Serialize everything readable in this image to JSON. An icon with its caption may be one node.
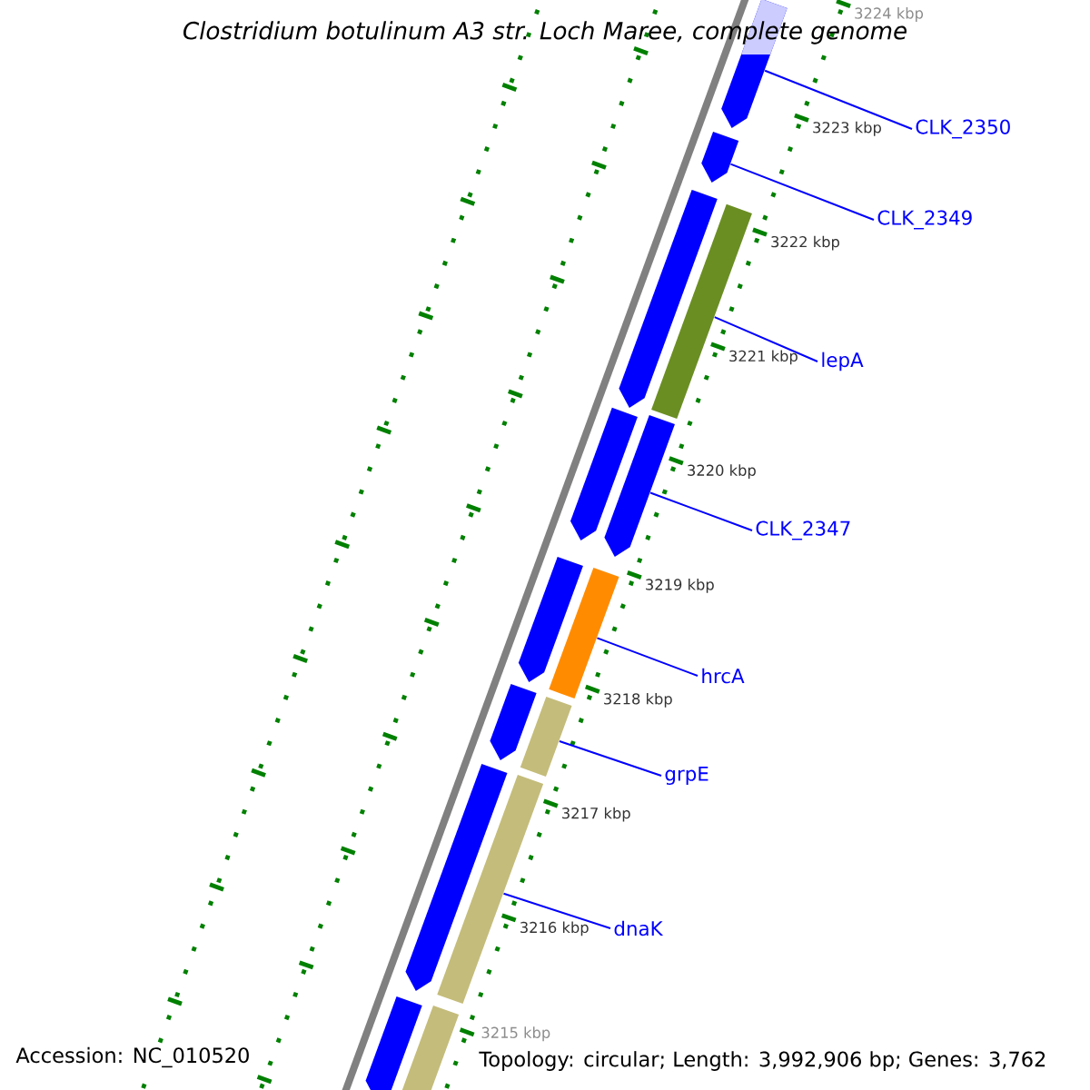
{
  "diagram": {
    "title": "Clostridium botulinum A3 str. Loch Maree, complete genome",
    "nodes": [
      {
        "text": [
          "CLK_2350"
        ]
      },
      {
        "text": [
          "CLK_2349"
        ]
      },
      {
        "text": [
          "lepA"
        ]
      },
      {
        "text": [
          "CLK_2347"
        ]
      },
      {
        "text": [
          "hrcA"
        ]
      },
      {
        "text": [
          "grpE"
        ]
      },
      {
        "text": [
          "dnaK"
        ]
      },
      {
        "text": [],
        "shape": "arrow"
      },
      {
        "text": [],
        "shape": "arrow"
      },
      {
        "text": [],
        "shape": "arrow"
      },
      {
        "text": [],
        "shape": "bar"
      },
      {
        "text": [],
        "shape": "arrow"
      },
      {
        "text": [],
        "shape": "arrow"
      },
      {
        "text": [],
        "shape": "arrow"
      },
      {
        "text": [],
        "shape": "bar"
      },
      {
        "text": [],
        "shape": "arrow"
      },
      {
        "text": [],
        "shape": "bar"
      },
      {
        "text": [],
        "shape": "arrow"
      },
      {
        "text": [],
        "shape": "bar"
      },
      {
        "text": [],
        "shape": "arrow"
      },
      {
        "text": [],
        "shape": "bar"
      }
    ],
    "edges": [
      {
        "from": 0,
        "to": 7,
        "arrow": "none"
      },
      {
        "from": 1,
        "to": 8,
        "arrow": "none"
      },
      {
        "from": 2,
        "to": 10,
        "arrow": "none"
      },
      {
        "from": 3,
        "to": 12,
        "arrow": "none"
      },
      {
        "from": 4,
        "to": 14,
        "arrow": "none"
      },
      {
        "from": 5,
        "to": 16,
        "arrow": "none"
      },
      {
        "from": 6,
        "to": 18,
        "arrow": "none"
      }
    ],
    "labels": [
      "3224 kbp",
      "3223 kbp",
      "3222 kbp",
      "3221 kbp",
      "3220 kbp",
      "3219 kbp",
      "3218 kbp",
      "3217 kbp",
      "3216 kbp",
      "3215 kbp",
      "Accession: NC_010520",
      "Topology: circular; Length: 3,992,906 bp; Genes: 3,762"
    ]
  }
}
